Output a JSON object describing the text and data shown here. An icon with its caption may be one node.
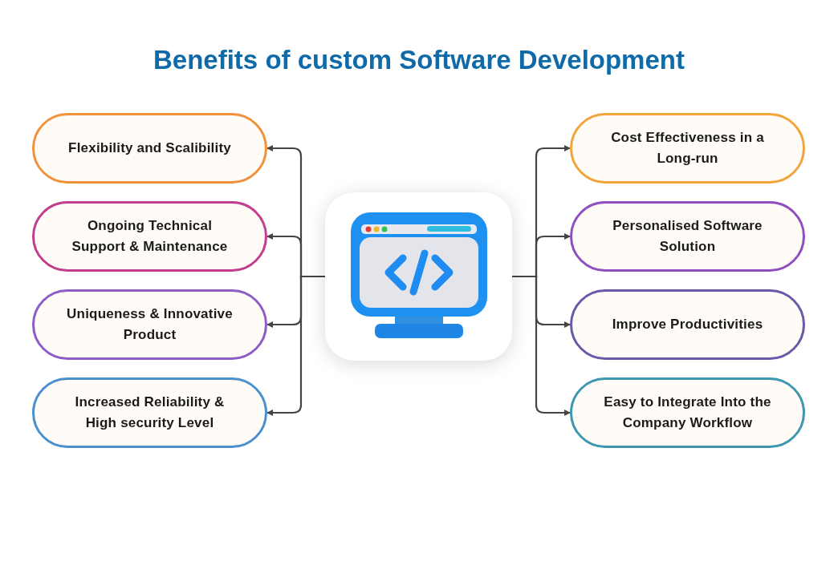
{
  "diagram": {
    "title": "Benefits of custom Software Development",
    "nodes": [
      {
        "text": [],
        "shape": "picture"
      },
      {
        "text": [
          "Flexibility and Scalibility"
        ]
      },
      {
        "text": [
          "Ongoing Technical Support & Maintenance"
        ]
      },
      {
        "text": [
          "Uniqueness & Innovative Product"
        ]
      },
      {
        "text": [
          "Increased Reliability & High security Level"
        ]
      },
      {
        "text": [
          "Cost Effectiveness in a Long-run"
        ]
      },
      {
        "text": [
          "Personalised Software Solution"
        ]
      },
      {
        "text": [
          "Improve Productivities"
        ]
      },
      {
        "text": [
          "Easy to Integrate Into the Company Workflow"
        ]
      }
    ],
    "edges": [
      {
        "from": 0,
        "to": 1,
        "arrow": "to"
      },
      {
        "from": 0,
        "to": 2,
        "arrow": "to"
      },
      {
        "from": 0,
        "to": 3,
        "arrow": "to"
      },
      {
        "from": 0,
        "to": 4,
        "arrow": "to"
      },
      {
        "from": 0,
        "to": 5,
        "arrow": "to"
      },
      {
        "from": 0,
        "to": 6,
        "arrow": "to"
      },
      {
        "from": 0,
        "to": 7,
        "arrow": "to"
      },
      {
        "from": 0,
        "to": 8,
        "arrow": "to"
      }
    ]
  }
}
